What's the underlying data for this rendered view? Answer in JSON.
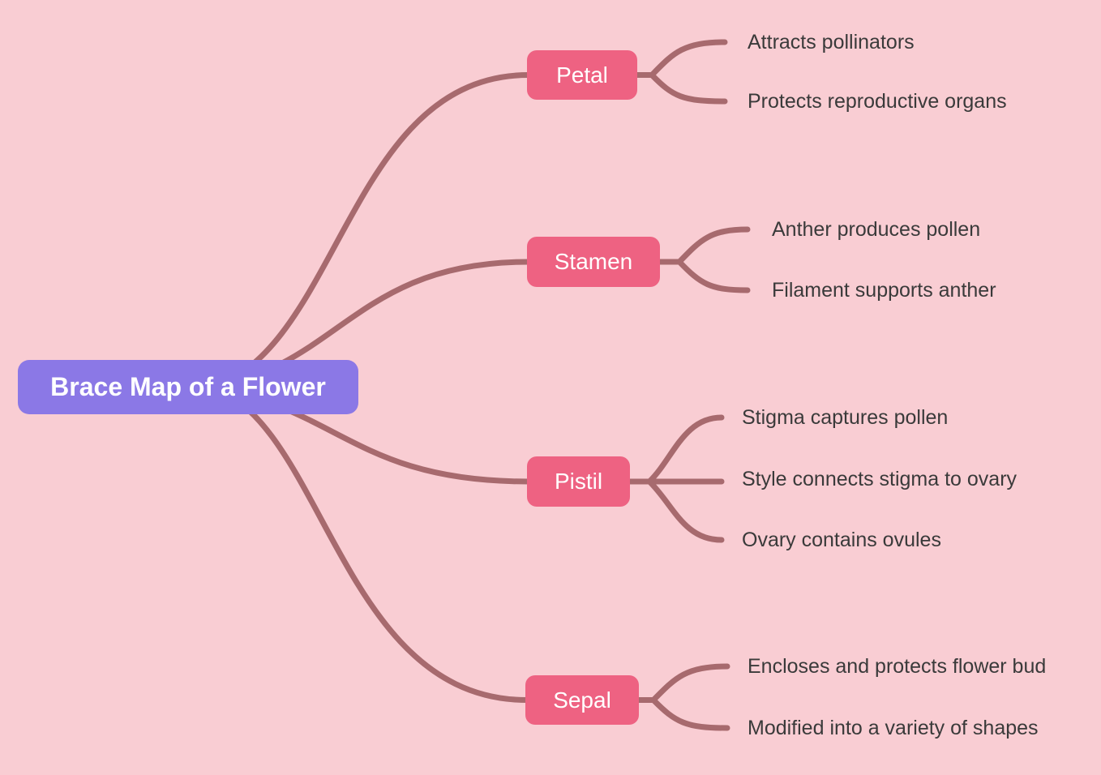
{
  "title": "Brace Map of a Flower",
  "colors": {
    "background": "#f9cdd3",
    "root_fill": "#8b78e6",
    "branch_fill": "#ee6282",
    "edge": "#a76a6e",
    "node_text": "#ffffff",
    "leaf_text": "#3a3a3a"
  },
  "root": {
    "label": "Brace Map of a Flower"
  },
  "branches": [
    {
      "label": "Petal",
      "leaves": [
        "Attracts pollinators",
        "Protects reproductive organs"
      ]
    },
    {
      "label": "Stamen",
      "leaves": [
        "Anther produces pollen",
        "Filament supports anther"
      ]
    },
    {
      "label": "Pistil",
      "leaves": [
        "Stigma captures pollen",
        "Style connects stigma to ovary",
        "Ovary contains ovules"
      ]
    },
    {
      "label": "Sepal",
      "leaves": [
        "Encloses and protects flower bud",
        "Modified into a variety of shapes"
      ]
    }
  ]
}
